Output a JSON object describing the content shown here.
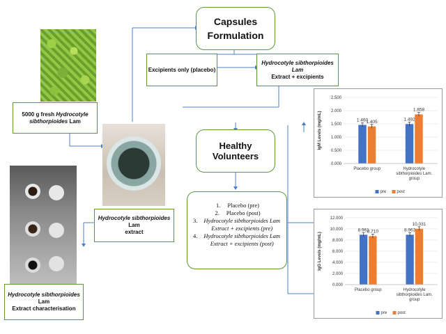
{
  "capsules_box": {
    "line1": "Capsules",
    "line2": "Formulation"
  },
  "placebo_box": {
    "text": "Excipients only (placebo)"
  },
  "extract_box": {
    "line1": "Hydrocotyle sibthorpioides Lam",
    "line2": "Extract + excipients"
  },
  "fresh_box": {
    "prefix": "5000 g fresh ",
    "species": "Hydrocotyle sibthorpioides",
    "suffix": " Lam"
  },
  "healthy_box": {
    "text": "Healthy Volunteers"
  },
  "groups_box": {
    "items": [
      {
        "num": "1.",
        "text": "Placebo (pre)"
      },
      {
        "num": "2.",
        "text": "Placebo (post)"
      },
      {
        "num": "3.",
        "text": "Hydrocotyle sibthorpioides Lam Extract + excipients (pre)"
      },
      {
        "num": "4.",
        "text": "Hydrocotyle sibthorpioides Lam Extract + excipients (post)"
      }
    ]
  },
  "extract_label": {
    "species": "Hydrocotyle sibthorpioides",
    "suffix": " Lam",
    "line2": "extract"
  },
  "characterisation_label": {
    "species": "Hydrocotyle sibthorpioides",
    "suffix": " Lam",
    "line2": "Extract characterisation"
  },
  "colors": {
    "green_border": "#5a9a32",
    "flow_line": "#4a7fc1",
    "pre": "#4472c4",
    "post": "#ed7d31"
  },
  "chart_data": [
    {
      "type": "bar",
      "ylabel": "IgM Levels (mg/mL)",
      "ylim": [
        0,
        2.5
      ],
      "yticks": [
        "0.000",
        "0.500",
        "1.000",
        "1.500",
        "2.000",
        "2.500"
      ],
      "categories": [
        "Placebo group",
        "Hydrocotyle sibthorpioides Lam. group"
      ],
      "series": [
        {
          "name": "pre",
          "values": [
            1.46,
            1.492
          ],
          "labels": [
            "1.460",
            "1.492"
          ]
        },
        {
          "name": "post",
          "values": [
            1.405,
            1.858
          ],
          "labels": [
            "1.405",
            "1.858"
          ]
        }
      ],
      "grid": true,
      "legend": "bottom"
    },
    {
      "type": "bar",
      "ylabel": "IgG Levels (mg/mL)",
      "ylim": [
        0,
        12
      ],
      "yticks": [
        "0.000",
        "2.000",
        "4.000",
        "6.000",
        "8.000",
        "10.000",
        "12.000"
      ],
      "categories": [
        "Placebo group",
        "Hydrocotyle sibthorpioides Lam. group"
      ],
      "series": [
        {
          "name": "pre",
          "values": [
            8.96,
            8.96
          ],
          "labels": [
            "8.961",
            "8.963"
          ]
        },
        {
          "name": "post",
          "values": [
            8.71,
            10.03
          ],
          "labels": [
            "8.710",
            "10.031"
          ]
        }
      ],
      "grid": true,
      "legend": "bottom"
    }
  ]
}
